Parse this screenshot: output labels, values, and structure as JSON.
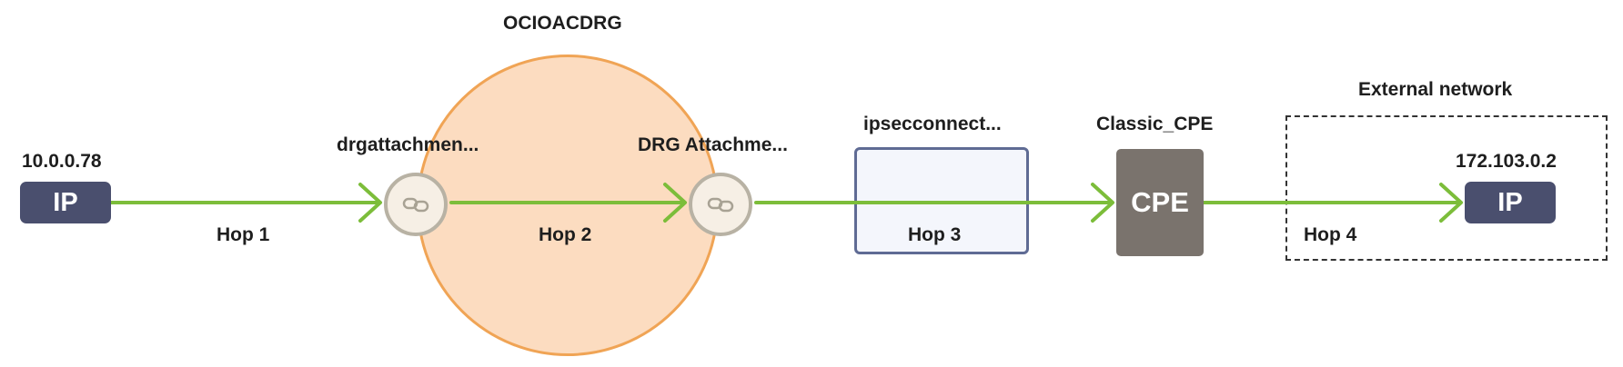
{
  "drg": {
    "title": "OCIOACDRG"
  },
  "source": {
    "address": "10.0.0.78",
    "badge": "IP"
  },
  "attachment1": {
    "label": "drgattachmen..."
  },
  "attachment2": {
    "label": "DRG Attachme..."
  },
  "ipsec": {
    "label": "ipsecconnect..."
  },
  "cpe": {
    "label": "Classic_CPE",
    "badge": "CPE"
  },
  "external": {
    "title": "External network"
  },
  "destination": {
    "address": "172.103.0.2",
    "badge": "IP"
  },
  "hops": [
    "Hop 1",
    "Hop 2",
    "Hop 3",
    "Hop 4"
  ],
  "colors": {
    "link": "#7cbd3a",
    "ip_node": "#4a4f6e",
    "cpe_node": "#7a736d",
    "drg_fill": "#fcdcc0",
    "drg_border": "#f0a455",
    "vpn_border": "#5f6b94"
  },
  "icons": {
    "attachment": "link-icon"
  }
}
